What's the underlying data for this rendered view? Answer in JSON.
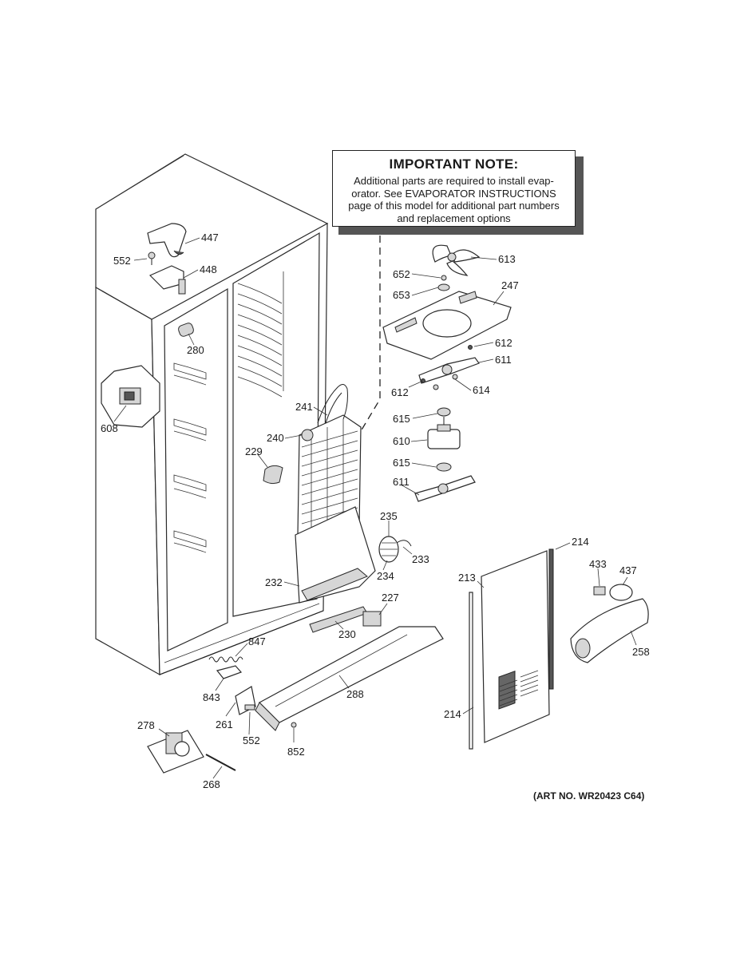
{
  "note": {
    "title": "IMPORTANT NOTE:",
    "lines": [
      "Additional parts are required to install evap-",
      "orator.  See EVAPORATOR INSTRUCTIONS",
      "page of this model for additional part numbers",
      "and replacement options"
    ]
  },
  "art_number": "(ART NO. WR20423 C64)",
  "part_labels": [
    "447",
    "552",
    "448",
    "280",
    "608",
    "241",
    "240",
    "229",
    "613",
    "652",
    "653",
    "247",
    "612",
    "611",
    "612",
    "614",
    "615",
    "610",
    "615",
    "611",
    "235",
    "233",
    "234",
    "232",
    "227",
    "230",
    "847",
    "843",
    "288",
    "261",
    "552",
    "852",
    "278",
    "268",
    "214",
    "433",
    "437",
    "213",
    "258",
    "214"
  ]
}
